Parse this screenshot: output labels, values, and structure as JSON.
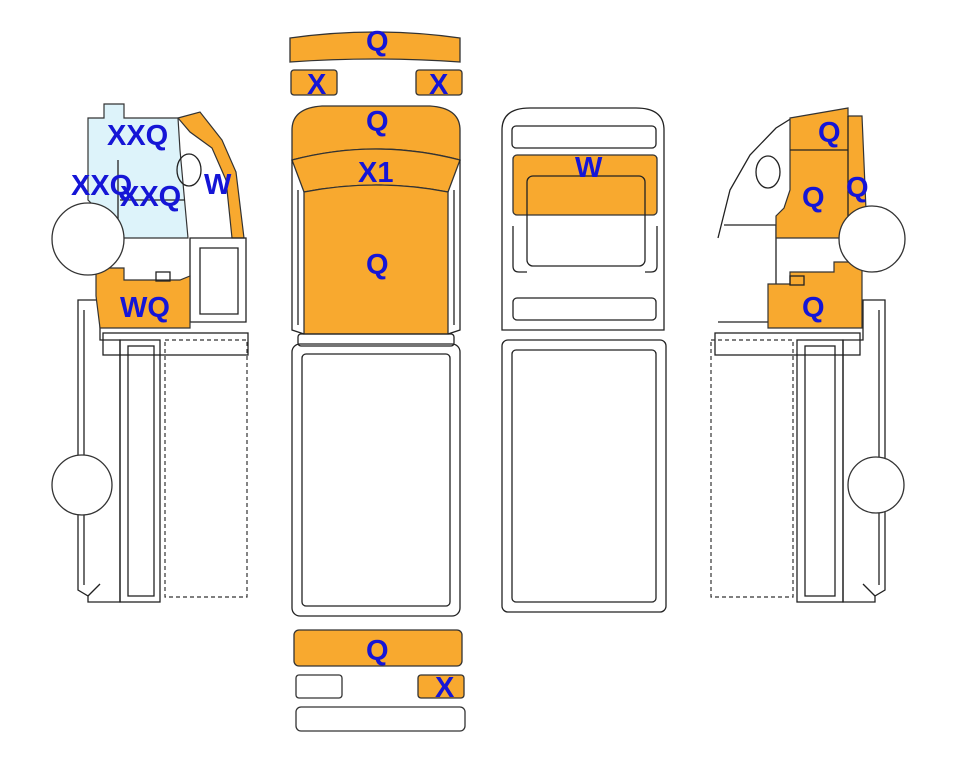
{
  "colors": {
    "damage_fill": "#F8A92F",
    "glass_fill": "#DDF3FA",
    "label_color": "#1515D6",
    "outline": "#333333",
    "background": "#FFFFFF"
  },
  "views": {
    "left_side": {
      "labels": [
        "XXQ",
        "XXQ",
        "XXQ",
        "W",
        "WQ"
      ]
    },
    "top": {
      "labels": [
        "Q",
        "X",
        "X",
        "Q",
        "X1",
        "Q",
        "Q",
        "X"
      ]
    },
    "rear": {
      "labels": [
        "W"
      ]
    },
    "right_side": {
      "labels": [
        "Q",
        "Q",
        "Q",
        "Q"
      ]
    }
  }
}
